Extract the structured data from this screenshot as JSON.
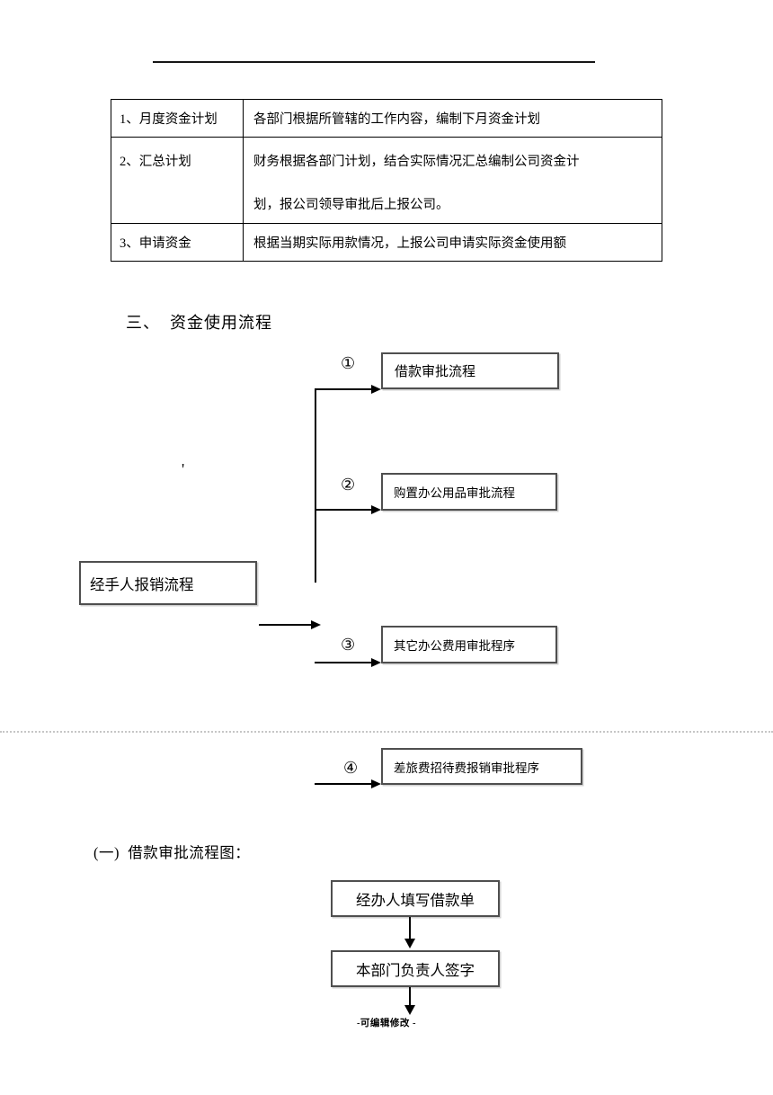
{
  "document": {
    "footer": "-可编辑修改 -"
  },
  "table": {
    "rows": [
      {
        "label": "1、月度资金计划",
        "lines": [
          "各部门根据所管辖的工作内容，编制下月资金计划"
        ]
      },
      {
        "label": "2、汇总计划",
        "lines": [
          "财务根据各部门计划，结合实际情况汇总编制公司资金计",
          "划，报公司领导审批后上报公司。"
        ]
      },
      {
        "label": "3、申请资金",
        "lines": [
          "根据当期实际用款情况，上报公司申请实际资金使用额"
        ]
      }
    ]
  },
  "section_heading": "三、  资金使用流程",
  "flowchart": {
    "left_box": "经手人报销流程",
    "stray_mark": "'",
    "branches": [
      {
        "num": "①",
        "label": "借款审批流程"
      },
      {
        "num": "②",
        "label": "购置办公用品审批流程"
      },
      {
        "num": "③",
        "label": "其它办公费用审批程序"
      },
      {
        "num": "④",
        "label": "差旅费招待费报销审批程序"
      }
    ]
  },
  "subsection_heading": "(一)  借款审批流程图：",
  "loan_flowchart": {
    "steps": [
      "经办人填写借款单",
      "本部门负责人签字"
    ]
  }
}
